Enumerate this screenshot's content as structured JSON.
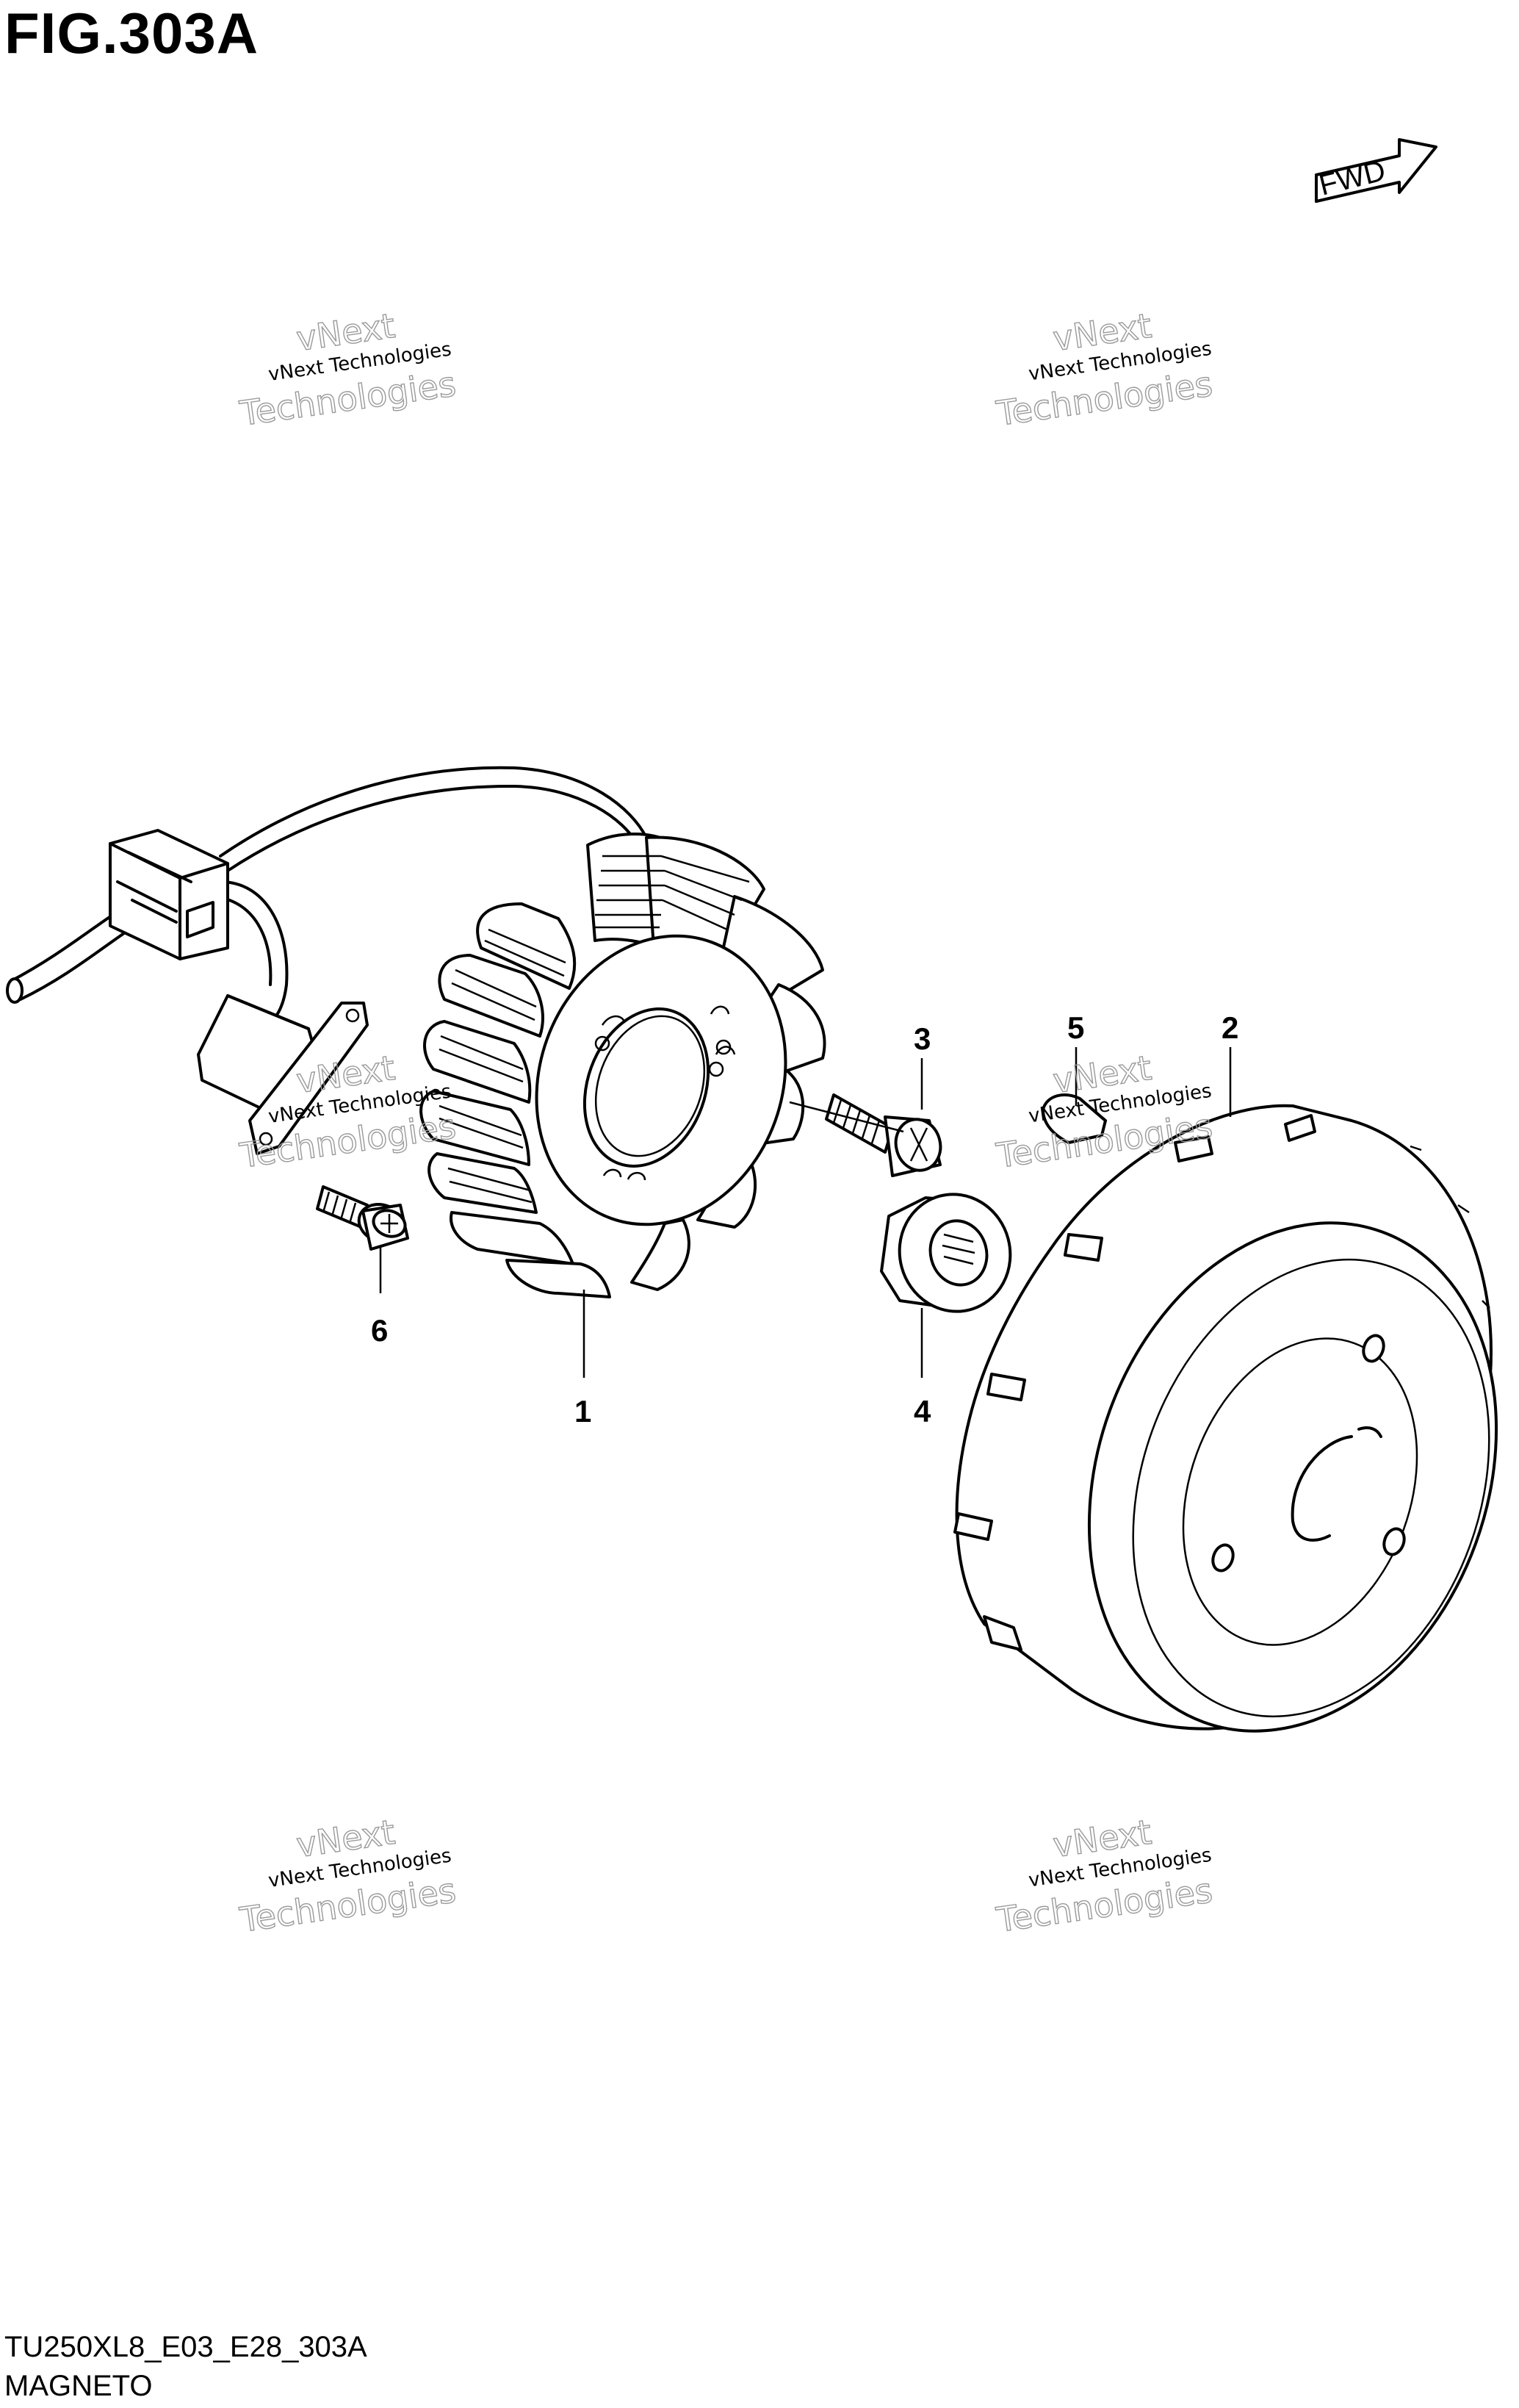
{
  "figure": {
    "title": "FIG.303A",
    "code": "TU250XL8_E03_E28_303A",
    "name": "MAGNETO"
  },
  "fwd_indicator": {
    "label": "FWD"
  },
  "watermark": {
    "line1": "vNext Technologies",
    "line2_a": "vNext",
    "line2_b": "Technologies"
  },
  "callouts": [
    {
      "number": "1",
      "part": "stator"
    },
    {
      "number": "2",
      "part": "rotor"
    },
    {
      "number": "3",
      "part": "bolt"
    },
    {
      "number": "4",
      "part": "nut"
    },
    {
      "number": "5",
      "part": "key"
    },
    {
      "number": "6",
      "part": "screw"
    }
  ]
}
